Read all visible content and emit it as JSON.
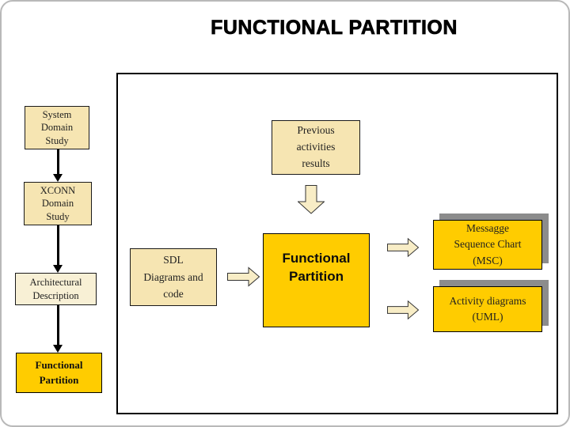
{
  "title": "FUNCTIONAL PARTITION",
  "colors": {
    "gold": "#FFCC00",
    "cream": "#F6E5B2",
    "cream_light": "#F8F0D5",
    "block_arrow_fill": "#F8EDC6",
    "shadow_gray": "#8C8C8C",
    "border_black": "#000000",
    "title_color": "#000000"
  },
  "left_flow": {
    "boxes": [
      {
        "label": "System\nDomain\nStudy"
      },
      {
        "label": "XCONN\nDomain\nStudy"
      },
      {
        "label": "Architectural\nDescription"
      },
      {
        "label": "Functional\nPartition"
      }
    ]
  },
  "diagram": {
    "previous_activities": {
      "label": "Previous\nactivities\nresults"
    },
    "sdl": {
      "label": "SDL\nDiagrams and\ncode"
    },
    "functional_partition": {
      "label": "Functional\nPartition"
    },
    "msc": {
      "label": "Messagge\nSequence Chart\n(MSC)"
    },
    "uml": {
      "label": "Activity diagrams\n(UML)"
    }
  }
}
